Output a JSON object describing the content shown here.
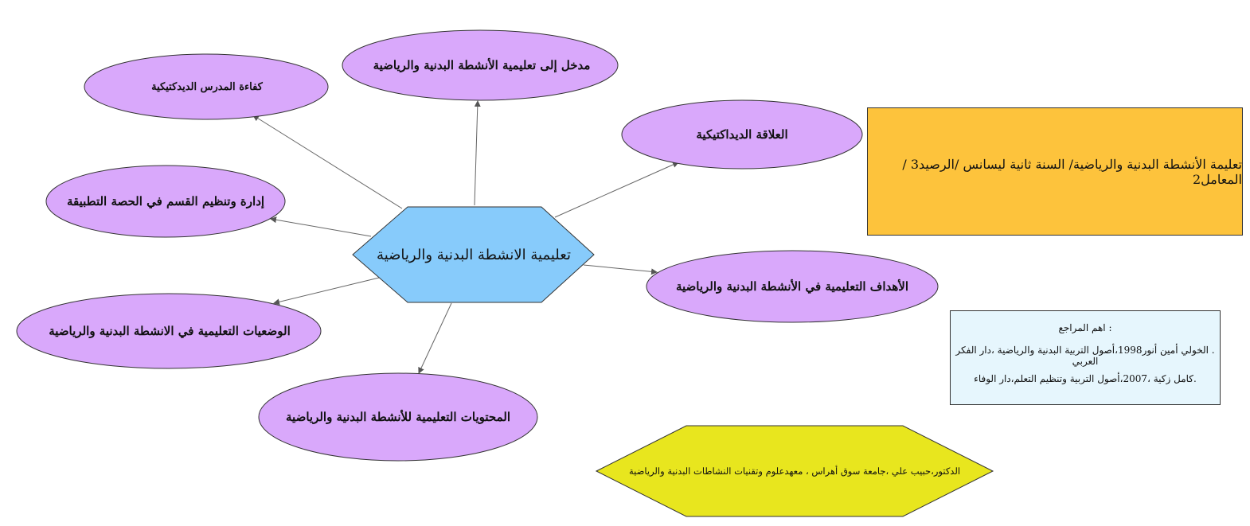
{
  "center": {
    "title": "تعليمية الانشطة البدنية والرياضية",
    "color": "#87cbfb"
  },
  "nodes": [
    {
      "label": "كفاءة المدرس الديدكتيكية"
    },
    {
      "label": "مدخل إلى تعليمية الأنشطة البدنية والرياضية"
    },
    {
      "label": "العلاقة الديداكتيكية"
    },
    {
      "label": "إدارة وتنظيم القسم في الحصة التطبيقة"
    },
    {
      "label": "الأهداف التعليمية في الأنشطة البدنية والرياضية"
    },
    {
      "label": "الوضعيات التعليمية في الانشطة البدنية والرياضية"
    },
    {
      "label": "المحتويات التعليمية للأنشطة البدنية والرياضية"
    }
  ],
  "node_color": "#d9a8fb",
  "course_box": {
    "text": "تعليمة الأنشطة البدنية والرياضية/ السنة ثانية ليسانس /الرصيد3 /المعامل2",
    "color": "#fdc33c"
  },
  "references": {
    "title": ": اهم المراجع",
    "items": [
      ". الخولي أمين أنور1998،أصول التربية البدنية والرياضية ،دار الفكر العربي",
      ".كامل زكية ،2007،أصول التربية وتنظيم التعلم،دار الوفاء"
    ],
    "color": "#e6f6fd"
  },
  "author": {
    "text": "الدكتور،حبيب علي ،جامعة سوق أهراس ، معهدعلوم وتقنيات النشاطات البدنية والرياضية",
    "color": "#e8e61e"
  }
}
